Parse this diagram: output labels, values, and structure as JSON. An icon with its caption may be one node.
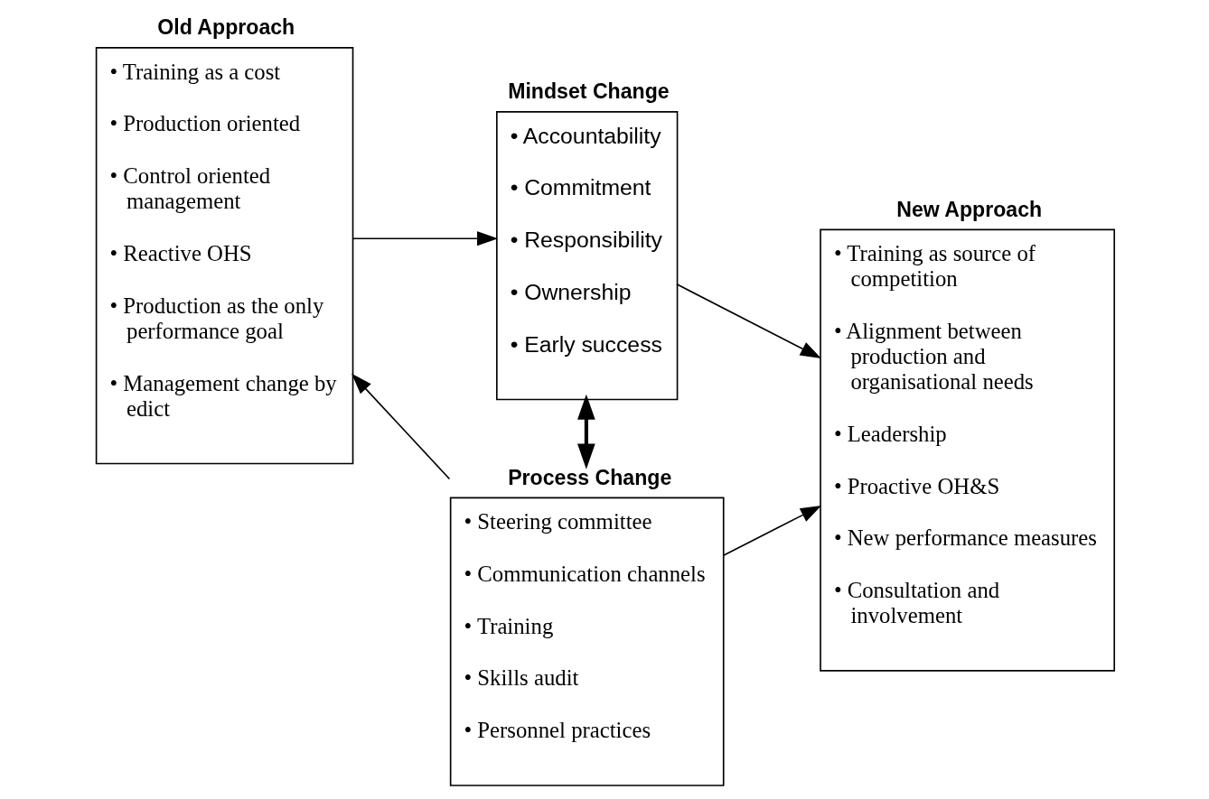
{
  "diagram": {
    "nodes": [
      {
        "text": [
          "Old Approach",
          "• Training as a cost",
          "• Production oriented",
          "• Control oriented management",
          "• Reactive OHS",
          "• Production as the only performance goal",
          "• Management change by edict"
        ]
      },
      {
        "text": [
          "Mindset Change",
          "• Accountability",
          "• Commitment",
          "• Responsibility",
          "• Ownership",
          "• Early success"
        ]
      },
      {
        "text": [
          "New Approach",
          "• Training as source of competition",
          "• Alignment between production and organisational needs",
          "• Leadership",
          "• Proactive OH&S",
          "• New performance measures",
          "• Consultation and involvement"
        ]
      },
      {
        "text": [
          "Process Change",
          "• Steering committee",
          "• Communication channels",
          "• Training",
          "• Skills audit",
          "• Personnel practices"
        ]
      }
    ],
    "edges": [
      {
        "from": 0,
        "to": 1,
        "arrow": "to"
      },
      {
        "from": 1,
        "to": 2,
        "arrow": "to"
      },
      {
        "from": 1,
        "to": 3,
        "arrow": "both",
        "style": "thick"
      },
      {
        "from": 3,
        "to": 0,
        "arrow": "to"
      },
      {
        "from": 3,
        "to": 2,
        "arrow": "to"
      }
    ]
  }
}
